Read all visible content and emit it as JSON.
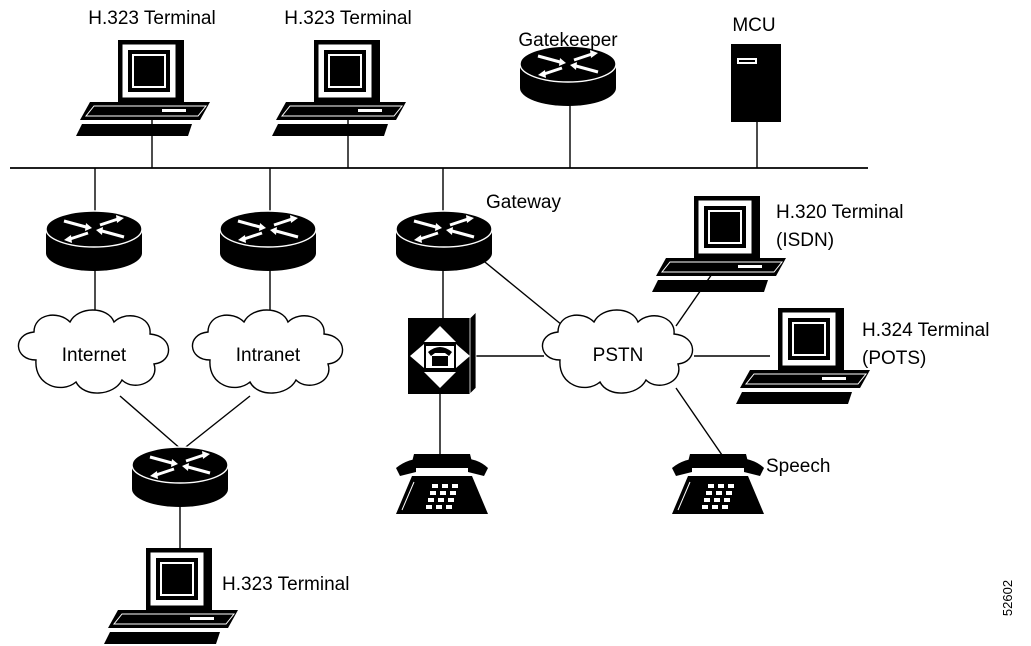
{
  "labels": {
    "terminal_top_left": "H.323 Terminal",
    "terminal_top_mid": "H.323 Terminal",
    "gatekeeper": "Gatekeeper",
    "mcu": "MCU",
    "gateway": "Gateway",
    "h320_line1": "H.320 Terminal",
    "h320_line2": "(ISDN)",
    "h324_line1": "H.324 Terminal",
    "h324_line2": "(POTS)",
    "internet": "Internet",
    "intranet": "Intranet",
    "pstn": "PSTN",
    "speech": "Speech",
    "terminal_bottom": "H.323 Terminal",
    "figure_id": "52602"
  },
  "icons": {
    "terminal": "computer-terminal-icon",
    "router": "router-icon",
    "server": "server-tower-icon",
    "switch": "voice-switch-icon",
    "telephone": "telephone-icon",
    "cloud": "network-cloud-icon"
  },
  "colors": {
    "line": "#000000",
    "fill": "#000000",
    "background": "#ffffff"
  }
}
